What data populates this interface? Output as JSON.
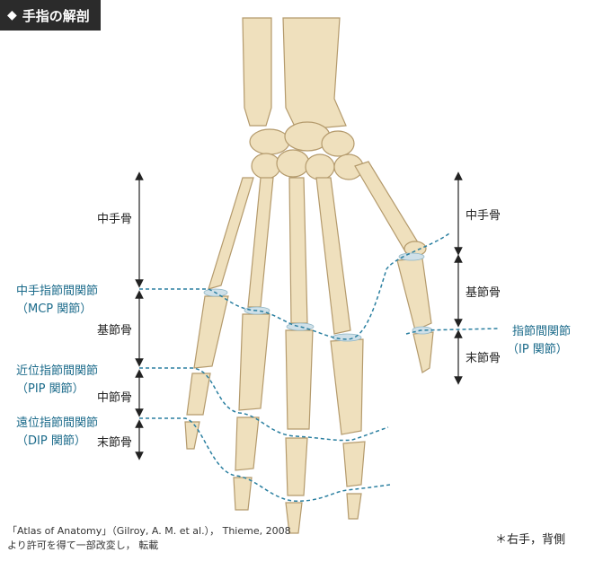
{
  "title": "手指の解剖",
  "labels": {
    "metacarpal_left": "中手骨",
    "metacarpal_right": "中手骨",
    "proximal_phalanx_left": "基節骨",
    "proximal_phalanx_right": "基節骨",
    "middle_phalanx": "中節骨",
    "distal_phalanx_left": "末節骨",
    "distal_phalanx_right": "末節骨",
    "mcp_joint_1": "中手指節間関節",
    "mcp_joint_2": "（MCP 関節）",
    "pip_joint_1": "近位指節間関節",
    "pip_joint_2": "（PIP 関節）",
    "dip_joint_1": "遠位指節間関節",
    "dip_joint_2": "（DIP 関節）",
    "ip_joint_1": "指節間関節",
    "ip_joint_2": "（IP 関節）"
  },
  "credit": {
    "line1": "「Atlas of Anatomy」（Gilroy, A. M. et al.）， Thieme, 2008",
    "line2": "より許可を得て一部改変し， 転載"
  },
  "note": "＊右手，背側",
  "colors": {
    "bone": "#efe0bd",
    "bone_edge": "#b49a6c",
    "cartilage": "#cfe0e8",
    "joint_line": "#2a7fa0",
    "title_bg": "#2b2b2b"
  }
}
